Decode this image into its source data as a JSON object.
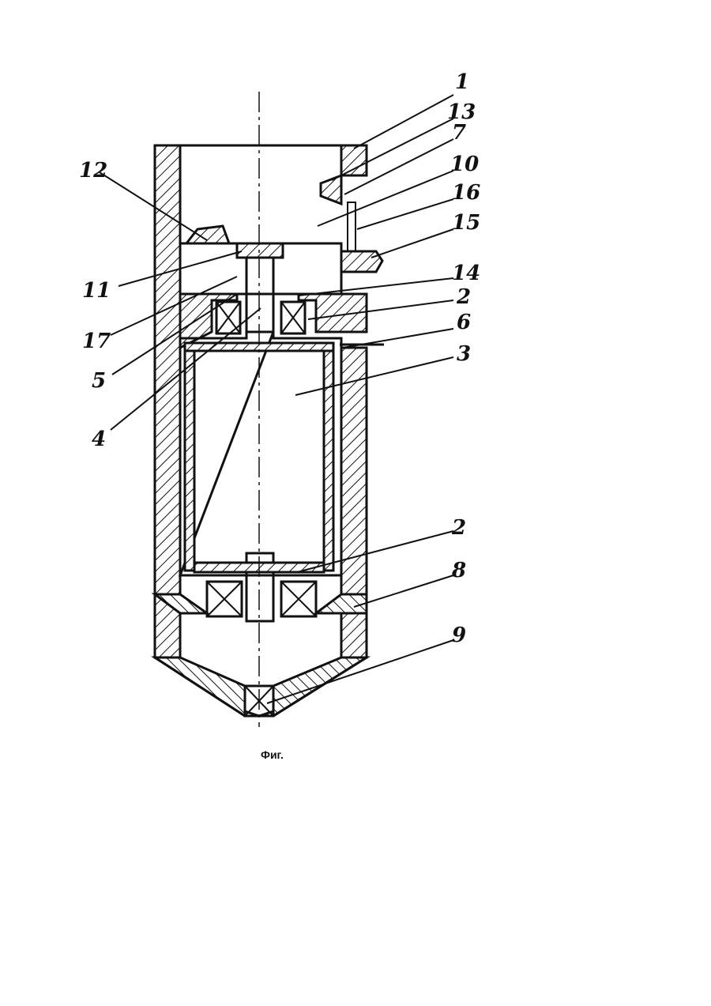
{
  "figure": {
    "caption": "Фиг.",
    "labels": [
      {
        "id": "label-1",
        "text": "1"
      },
      {
        "id": "label-13",
        "text": "13"
      },
      {
        "id": "label-7",
        "text": "7"
      },
      {
        "id": "label-10",
        "text": "10"
      },
      {
        "id": "label-16",
        "text": "16"
      },
      {
        "id": "label-15",
        "text": "15"
      },
      {
        "id": "label-14",
        "text": "14"
      },
      {
        "id": "label-2-top",
        "text": "2"
      },
      {
        "id": "label-6",
        "text": "6"
      },
      {
        "id": "label-3",
        "text": "3"
      },
      {
        "id": "label-2-bottom",
        "text": "2"
      },
      {
        "id": "label-8",
        "text": "8"
      },
      {
        "id": "label-9",
        "text": "9"
      },
      {
        "id": "label-12",
        "text": "12"
      },
      {
        "id": "label-11",
        "text": "11"
      },
      {
        "id": "label-17",
        "text": "17"
      },
      {
        "id": "label-5",
        "text": "5"
      },
      {
        "id": "label-4",
        "text": "4"
      }
    ]
  }
}
